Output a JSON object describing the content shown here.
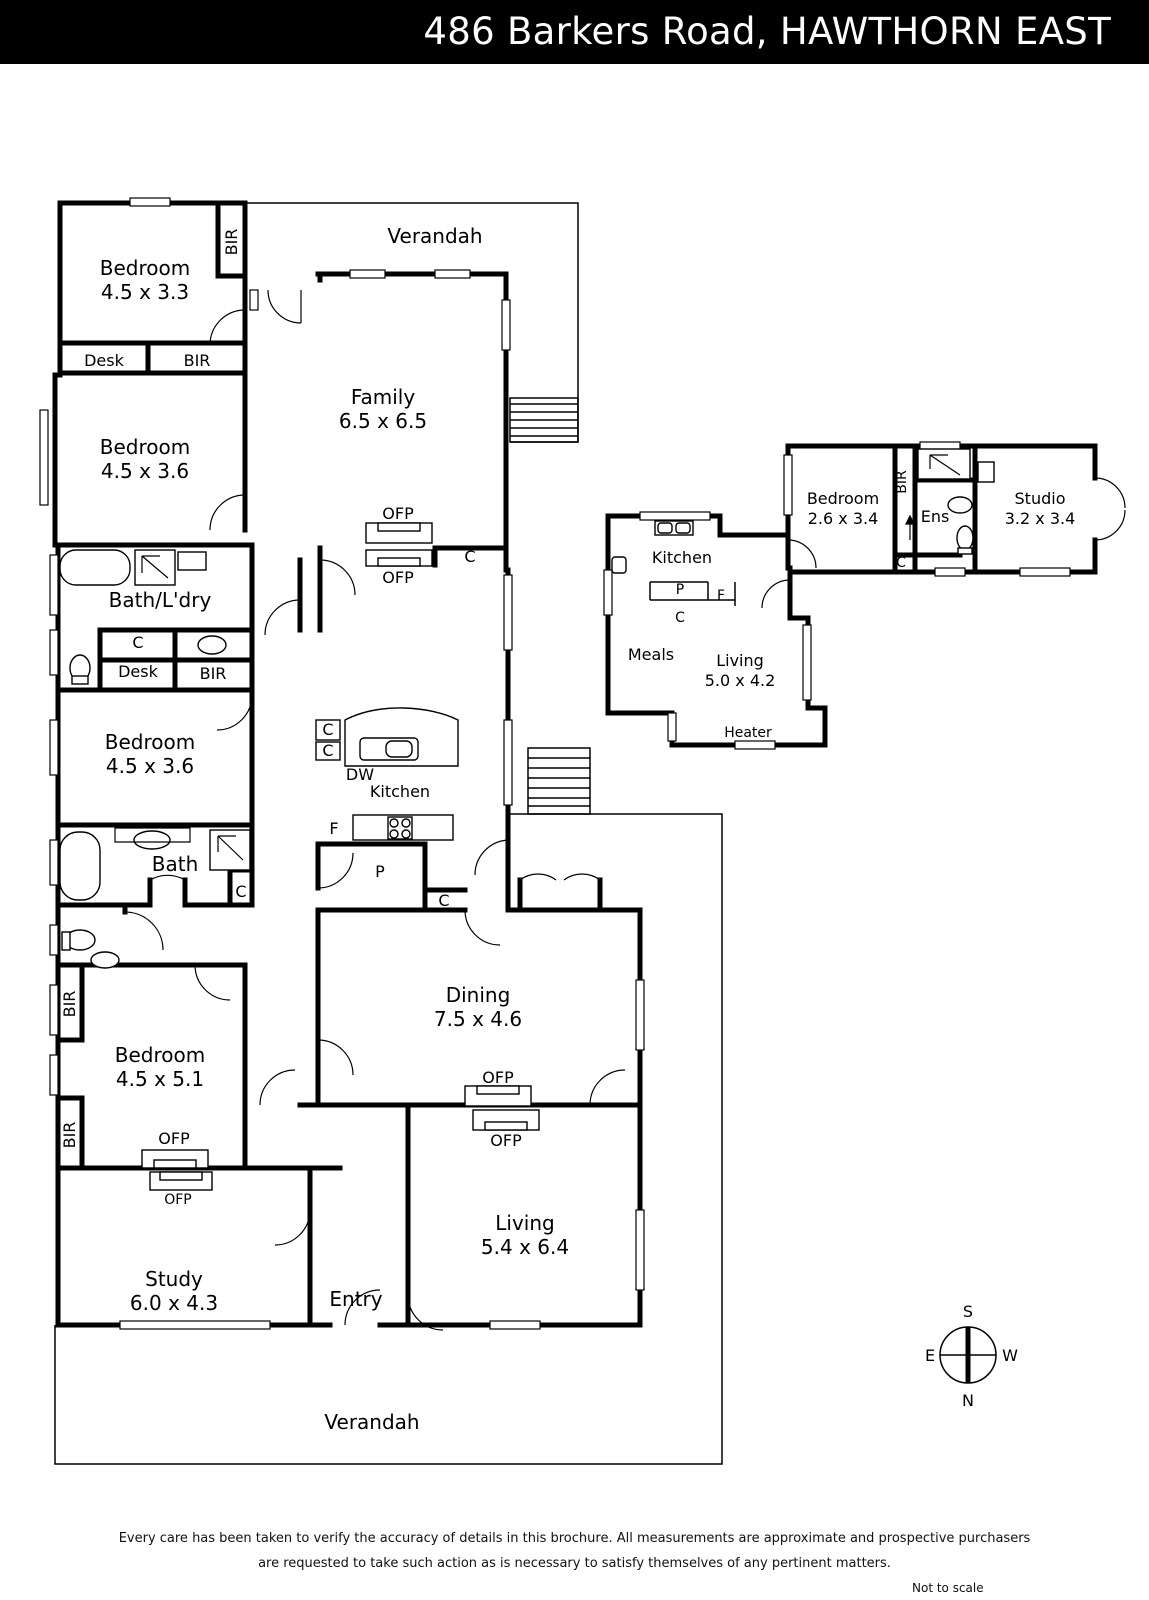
{
  "header": {
    "address": "486 Barkers Road, HAWTHORN EAST"
  },
  "rooms": {
    "verandah_top": "Verandah",
    "verandah_bottom": "Verandah",
    "bed1_name": "Bedroom",
    "bed1_dim": "4.5 x 3.3",
    "bed2_name": "Bedroom",
    "bed2_dim": "4.5 x 3.6",
    "bed3_name": "Bedroom",
    "bed3_dim": "4.5 x 3.6",
    "bed4_name": "Bedroom",
    "bed4_dim": "4.5 x 5.1",
    "family_name": "Family",
    "family_dim": "6.5 x 6.5",
    "bathlndry": "Bath/L'dry",
    "bath": "Bath",
    "kitchen": "Kitchen",
    "dining_name": "Dining",
    "dining_dim": "7.5 x 4.6",
    "living_name": "Living",
    "living_dim": "5.4 x 6.4",
    "study_name": "Study",
    "study_dim": "6.0 x 4.3",
    "entry": "Entry",
    "annex_kitchen": "Kitchen",
    "annex_meals": "Meals",
    "annex_living_name": "Living",
    "annex_living_dim": "5.0 x 4.2",
    "annex_heater": "Heater",
    "annex_bed_name": "Bedroom",
    "annex_bed_dim": "2.6 x 3.4",
    "annex_ens": "Ens",
    "studio_name": "Studio",
    "studio_dim": "3.2 x 3.4"
  },
  "labels": {
    "bir": "BIR",
    "desk": "Desk",
    "ofp": "OFP",
    "c": "C",
    "p": "P",
    "f": "F",
    "dw": "DW"
  },
  "compass": {
    "n": "N",
    "s": "S",
    "e": "E",
    "w": "W"
  },
  "footer": {
    "line1": "Every care has been taken to verify the accuracy of details in this brochure.  All measurements are approximate and prospective purchasers",
    "line2": "are requested to take such action as is necessary to satisfy themselves of any pertinent matters.",
    "not_to_scale": "Not to scale"
  }
}
